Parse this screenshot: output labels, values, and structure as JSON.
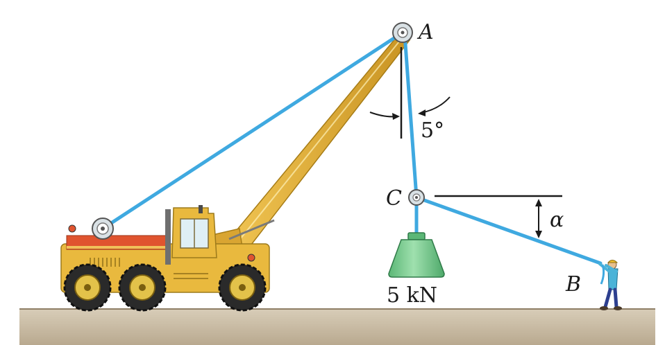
{
  "labels": {
    "point_a": "A",
    "point_b": "B",
    "point_c": "C",
    "angle_vertical": "5°",
    "angle_alpha": "α",
    "load": "5 kN"
  },
  "colors": {
    "rope": "#3fa9e0",
    "ground": "#c9bba4",
    "boom": "#e7b53c",
    "cab_body": "#e9b93e",
    "stripe": "#e0542f",
    "weight": "#79cc8e",
    "tire": "#2a2a2a",
    "pulley": "#d9e1e5"
  },
  "icons": {
    "vehicle": "mobile-crane-icon",
    "person": "worker-pulling-rope-icon",
    "load": "hanging-weight-icon",
    "pulley": "pulley-icon"
  }
}
